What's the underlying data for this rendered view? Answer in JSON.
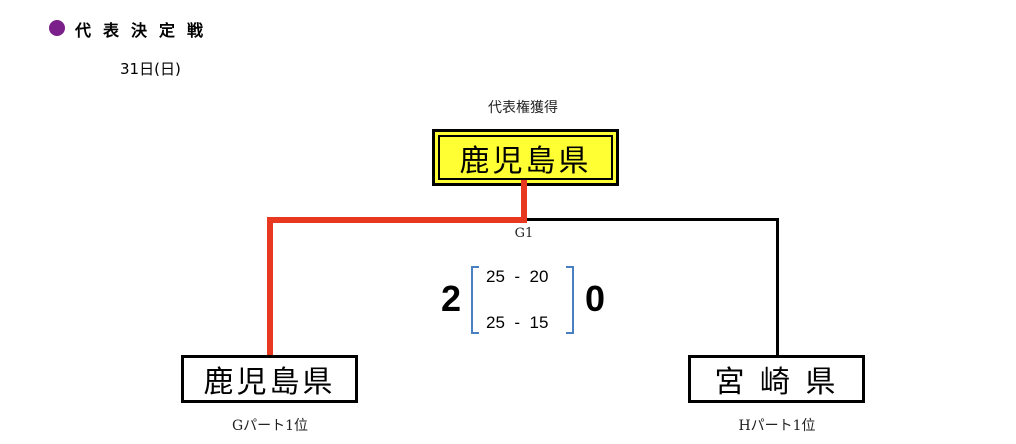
{
  "header": {
    "title": "代表決定戦",
    "date": "31日(日)",
    "bullet_color": "#7b1f8a"
  },
  "bracket": {
    "winner_caption": "代表権獲得",
    "winner": "鹿児島県",
    "game": "G1",
    "left_team": "鹿児島県",
    "left_caption": "Gパート1位",
    "right_team": "宮 崎 県",
    "right_caption": "Hパート1位",
    "left_score": "2",
    "right_score": "0",
    "sets": [
      {
        "left": "25",
        "sep": "-",
        "right": "20"
      },
      {
        "left": "25",
        "sep": "-",
        "right": "15"
      }
    ],
    "winner_line_color": "#e8381f"
  }
}
